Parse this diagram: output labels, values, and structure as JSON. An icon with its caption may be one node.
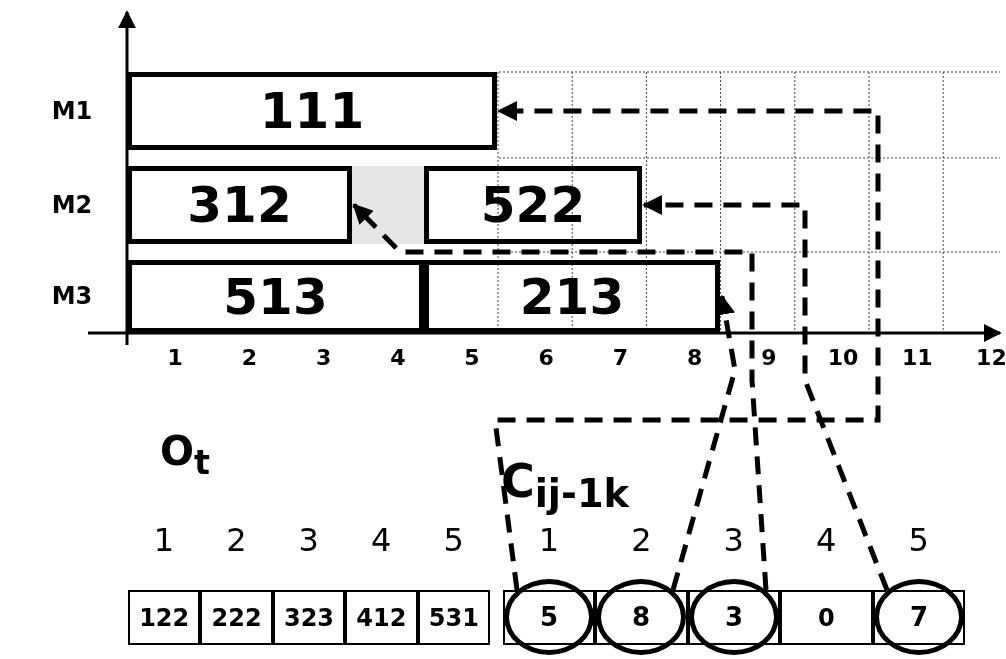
{
  "diagram": {
    "nodes": [
      {
        "text": [
          "111"
        ]
      },
      {
        "text": [
          "312"
        ]
      },
      {
        "text": [
          "522"
        ]
      },
      {
        "text": [
          "513"
        ]
      },
      {
        "text": [
          "213"
        ]
      },
      {
        "text": [
          "5"
        ]
      },
      {
        "text": [
          "8"
        ]
      },
      {
        "text": [
          "3"
        ]
      },
      {
        "text": [
          "7"
        ]
      }
    ],
    "edges": [
      {
        "from": 5,
        "to": 0,
        "arrow": "to",
        "style": "dashed"
      },
      {
        "from": 6,
        "to": 4,
        "arrow": "to",
        "style": "dashed"
      },
      {
        "from": 7,
        "to": 1,
        "arrow": "to",
        "style": "dashed"
      },
      {
        "from": 8,
        "to": 2,
        "arrow": "to",
        "style": "dashed"
      }
    ],
    "labels": [
      "M1",
      "M2",
      "M3",
      "1",
      "2",
      "3",
      "4",
      "5",
      "6",
      "7",
      "8",
      "9",
      "10",
      "11",
      "12",
      "O$_{t}$",
      "1",
      "2",
      "3",
      "4",
      "5",
      "122",
      "222",
      "323",
      "412",
      "531",
      "C$_{ij-1k}$",
      "1",
      "2",
      "3",
      "4",
      "5",
      "0"
    ]
  }
}
